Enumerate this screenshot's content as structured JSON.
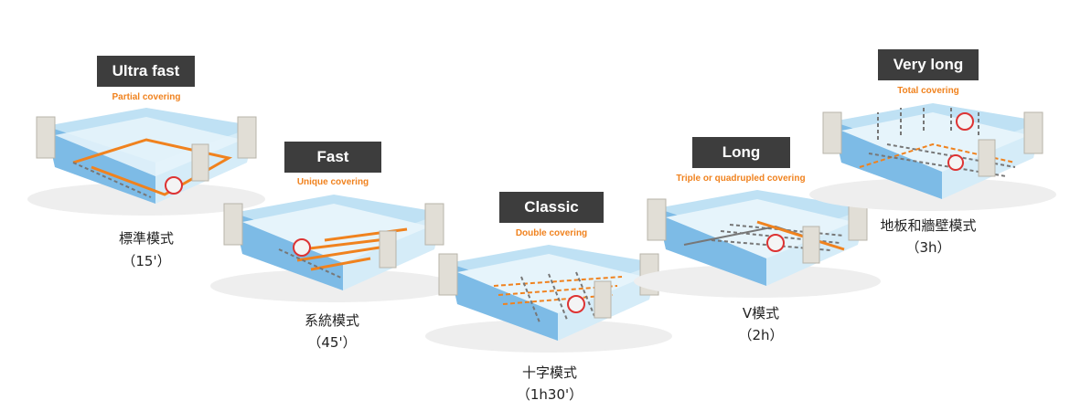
{
  "modes": [
    {
      "title": "Ultra fast",
      "coverage": "Partial covering",
      "name": "標準模式",
      "duration": "（15'）"
    },
    {
      "title": "Fast",
      "coverage": "Unique covering",
      "name": "系統模式",
      "duration": "（45'）"
    },
    {
      "title": "Classic",
      "coverage": "Double covering",
      "name": "十字模式",
      "duration": "（1h30'）"
    },
    {
      "title": "Long",
      "coverage": "Triple or quadrupled covering",
      "name": "V模式",
      "duration": "（2h）"
    },
    {
      "title": "Very long",
      "coverage": "Total covering",
      "name": "地板和牆壁模式",
      "duration": "（3h）"
    }
  ],
  "colors": {
    "badge": "#3d3d3d",
    "coverage_text": "#f0821e",
    "water": "#a9d6ef",
    "tile": "#5fa7dd",
    "wall": "#d9d6cf",
    "path": "#f0821e"
  }
}
